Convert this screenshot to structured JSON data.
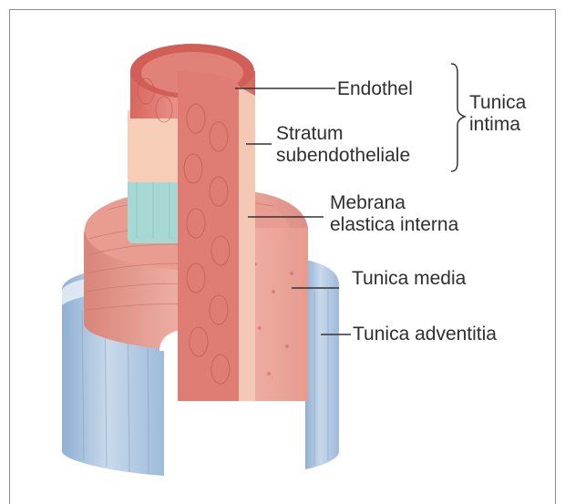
{
  "figure": {
    "labels": {
      "endothel": "Endothel",
      "stratum": "Stratum\nsubendotheliale",
      "mebrana": "Mebrana\nelastica interna",
      "media": "Tunica media",
      "adventitia": "Tunica adventitia",
      "intima": "Tunica\nintima"
    },
    "colors": {
      "intima": "#d9736a",
      "subendothelial": "#f6cdb6",
      "elastica": "#a8d8d4",
      "media": "#eaa59a",
      "adventitia": "#b9cde2",
      "leader": "#333333"
    }
  }
}
